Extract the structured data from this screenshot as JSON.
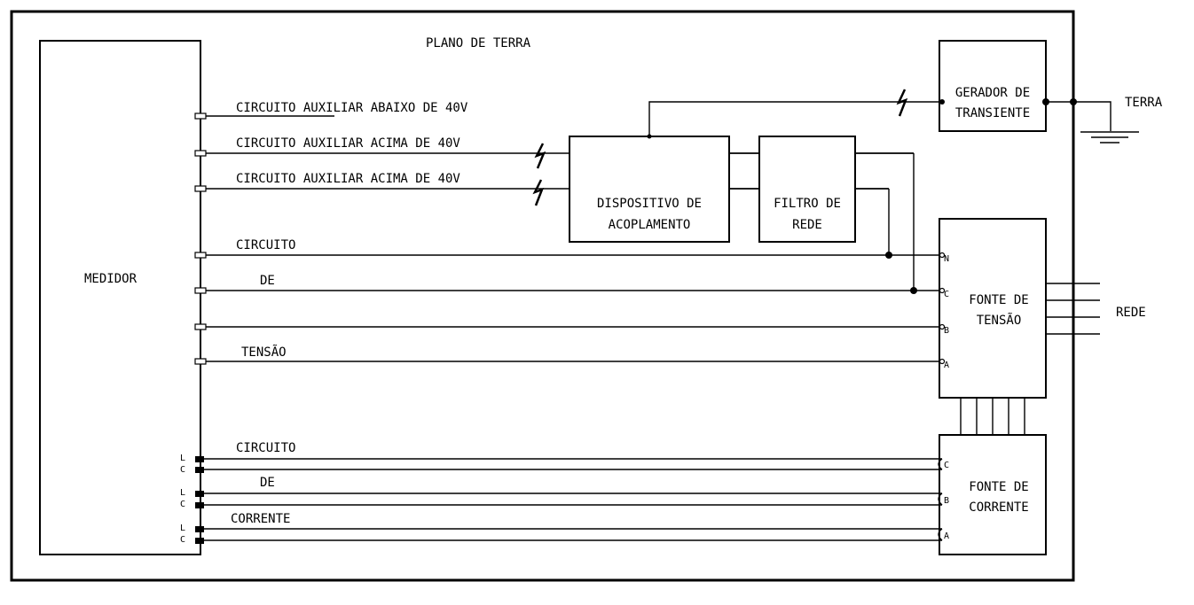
{
  "diagram": {
    "ground_plane_label": "PLANO DE TERRA",
    "meter_label": "MEDIDOR",
    "aux_below_label": "CIRCUITO AUXILIAR ABAIXO DE 40V",
    "aux_above_label_1": "CIRCUITO AUXILIAR ACIMA DE 40V",
    "aux_above_label_2": "CIRCUITO AUXILIAR ACIMA DE 40V",
    "voltage_circuit_words": [
      "CIRCUITO",
      "DE",
      "TENSÃO"
    ],
    "current_circuit_words": [
      "CIRCUITO",
      "DE",
      "CORRENTE"
    ],
    "coupling_device_lines": [
      "DISPOSITIVO DE",
      "ACOPLAMENTO"
    ],
    "network_filter_lines": [
      "FILTRO DE",
      "REDE"
    ],
    "transient_generator_lines": [
      "GERADOR DE",
      "TRANSIENTE"
    ],
    "voltage_source_lines": [
      "FONTE DE",
      "TENSÃO"
    ],
    "current_source_lines": [
      "FONTE DE",
      "CORRENTE"
    ],
    "earth_label": "TERRA",
    "network_label": "REDE",
    "voltage_terminals": [
      "N",
      "C",
      "B",
      "A"
    ],
    "current_terminals": [
      "C",
      "B",
      "A"
    ],
    "meter_current_terminal_letters": [
      "L",
      "C",
      "L",
      "C",
      "L",
      "C"
    ]
  }
}
